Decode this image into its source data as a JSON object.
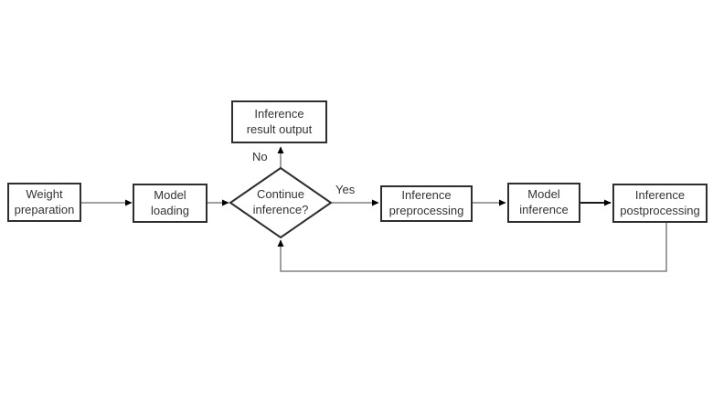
{
  "diagram": {
    "type": "flowchart",
    "colors": {
      "background": "#ffffff",
      "box_fill": "#ffffff",
      "box_border": "#2e2e2e",
      "text": "#333333",
      "connector_gray": "#808080",
      "connector_black": "#1a1a1a",
      "arrowhead": "#000000"
    },
    "nodes": {
      "weight_preparation": {
        "shape": "rect",
        "lines": [
          "Weight",
          "preparation"
        ]
      },
      "model_loading": {
        "shape": "rect",
        "lines": [
          "Model",
          "loading"
        ]
      },
      "decision": {
        "shape": "diamond",
        "lines": [
          "Continue",
          "inference?"
        ]
      },
      "result_output": {
        "shape": "rect",
        "lines": [
          "Inference",
          "result output"
        ]
      },
      "preprocessing": {
        "shape": "rect",
        "lines": [
          "Inference",
          "preprocessing"
        ]
      },
      "model_inference": {
        "shape": "rect",
        "lines": [
          "Model",
          "inference"
        ]
      },
      "postprocessing": {
        "shape": "rect",
        "lines": [
          "Inference",
          "postprocessing"
        ]
      }
    },
    "edge_labels": {
      "no": "No",
      "yes": "Yes"
    },
    "edges": [
      {
        "from": "weight_preparation",
        "to": "model_loading"
      },
      {
        "from": "model_loading",
        "to": "decision"
      },
      {
        "from": "decision",
        "to": "result_output",
        "label": "No"
      },
      {
        "from": "decision",
        "to": "preprocessing",
        "label": "Yes"
      },
      {
        "from": "preprocessing",
        "to": "model_inference"
      },
      {
        "from": "model_inference",
        "to": "postprocessing"
      },
      {
        "from": "postprocessing",
        "to": "decision",
        "style": "loop-back"
      }
    ]
  }
}
